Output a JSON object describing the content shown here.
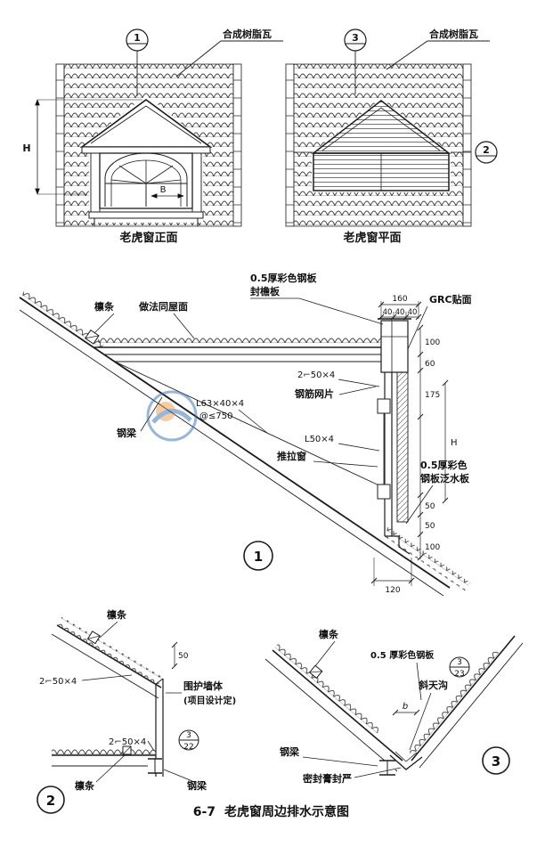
{
  "page": {
    "figure_number": "6-7",
    "figure_title": "老虎窗周边排水示意图"
  },
  "front_view": {
    "section_mark": "1",
    "tile_label": "合成树脂瓦",
    "dim_height": "H",
    "dim_width": "B",
    "title": "老虎窗正面"
  },
  "plan_view": {
    "section_mark_top": "3",
    "section_mark_side": "2",
    "tile_label": "合成树脂瓦",
    "title": "老虎窗平面"
  },
  "detail_1": {
    "bubble": "1",
    "purlin": "檩条",
    "same_as_roof": "做法同屋面",
    "fascia_l1": "0.5厚彩色钢板",
    "fascia_l2": "封檐板",
    "grc": "GRC贴面",
    "d160": "160",
    "d40": "40",
    "d100t": "100",
    "d60": "60",
    "d175": "175",
    "dH": "H",
    "d50a": "50",
    "d50b": "50",
    "d100b": "100",
    "d120": "120",
    "double_angle": "2⌐50×4",
    "mesh": "钢筋网片",
    "angle63": "L63×40×4",
    "at750": "@≤750",
    "beam": "钢梁",
    "angle50": "L50×4",
    "window": "推拉窗",
    "flashing_l1": "0.5厚彩色",
    "flashing_l2": "钢板泛水板"
  },
  "detail_2": {
    "bubble": "2",
    "purlin_top": "檩条",
    "d50": "50",
    "angle": "2⌐50×4",
    "wall_l1": "围护墙体",
    "wall_l2": "(项目设计定)",
    "ref_num": "3",
    "ref_page": "22",
    "purlin_bottom": "檩条",
    "beam": "钢梁"
  },
  "detail_3": {
    "bubble": "3",
    "purlin": "檩条",
    "plate": "0.5 厚彩色钢板",
    "ref_num": "3",
    "ref_page": "23",
    "valley": "斜天沟",
    "dim_b": "b",
    "beam": "钢梁",
    "sealant": "密封膏封严"
  },
  "colors": {
    "line": "#1c1c1c",
    "watermark_blue": "#2f6fb7",
    "watermark_orange": "#e8821e"
  }
}
